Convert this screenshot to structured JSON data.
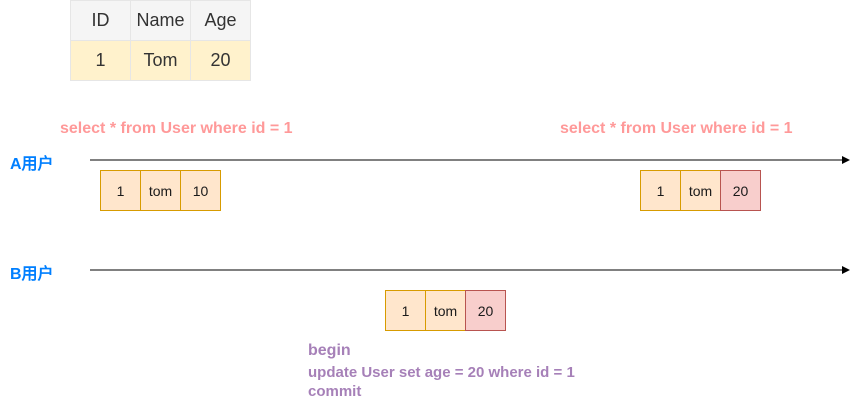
{
  "table": {
    "headers": [
      "ID",
      "Name",
      "Age"
    ],
    "row": [
      "1",
      "Tom",
      "20"
    ]
  },
  "user_a": {
    "label": "A用户",
    "query_left": "select * from User where id = 1",
    "query_right": "select * from User where id = 1",
    "record_before": [
      "1",
      "tom",
      "10"
    ],
    "record_after": [
      "1",
      "tom",
      "20"
    ]
  },
  "user_b": {
    "label": "B用户",
    "record": [
      "1",
      "tom",
      "20"
    ],
    "transaction": {
      "begin": "begin",
      "update": "update User set age = 20 where id = 1",
      "commit": "commit"
    }
  },
  "colors": {
    "sql_text": "#ff9999",
    "user_label": "#007fff",
    "transaction_text": "#a680b8",
    "cell_fill": "#ffe6cc",
    "cell_changed_fill": "#f8cecc"
  }
}
